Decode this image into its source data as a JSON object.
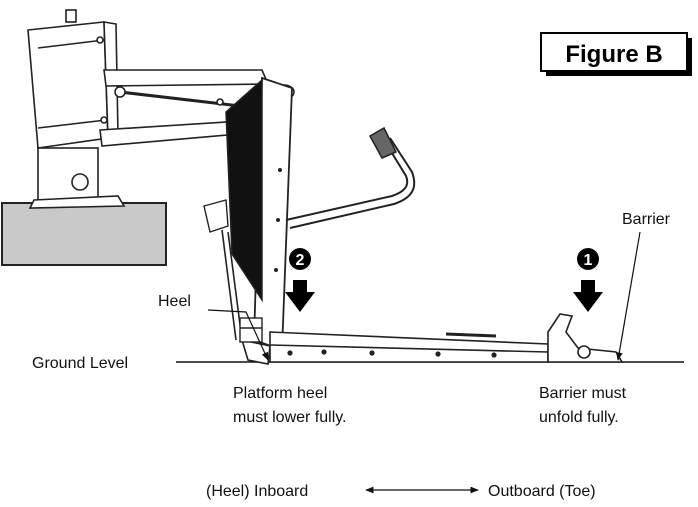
{
  "figure": {
    "title": "Figure B"
  },
  "labels": {
    "barrier": "Barrier",
    "heel": "Heel",
    "ground_level": "Ground Level",
    "heel_note_line1": "Platform heel",
    "heel_note_line2": "must lower fully.",
    "barrier_note_line1": "Barrier must",
    "barrier_note_line2": "unfold fully.",
    "inboard": "(Heel) Inboard",
    "outboard": "Outboard (Toe)"
  },
  "steps": {
    "step1": "1",
    "step2": "2"
  }
}
